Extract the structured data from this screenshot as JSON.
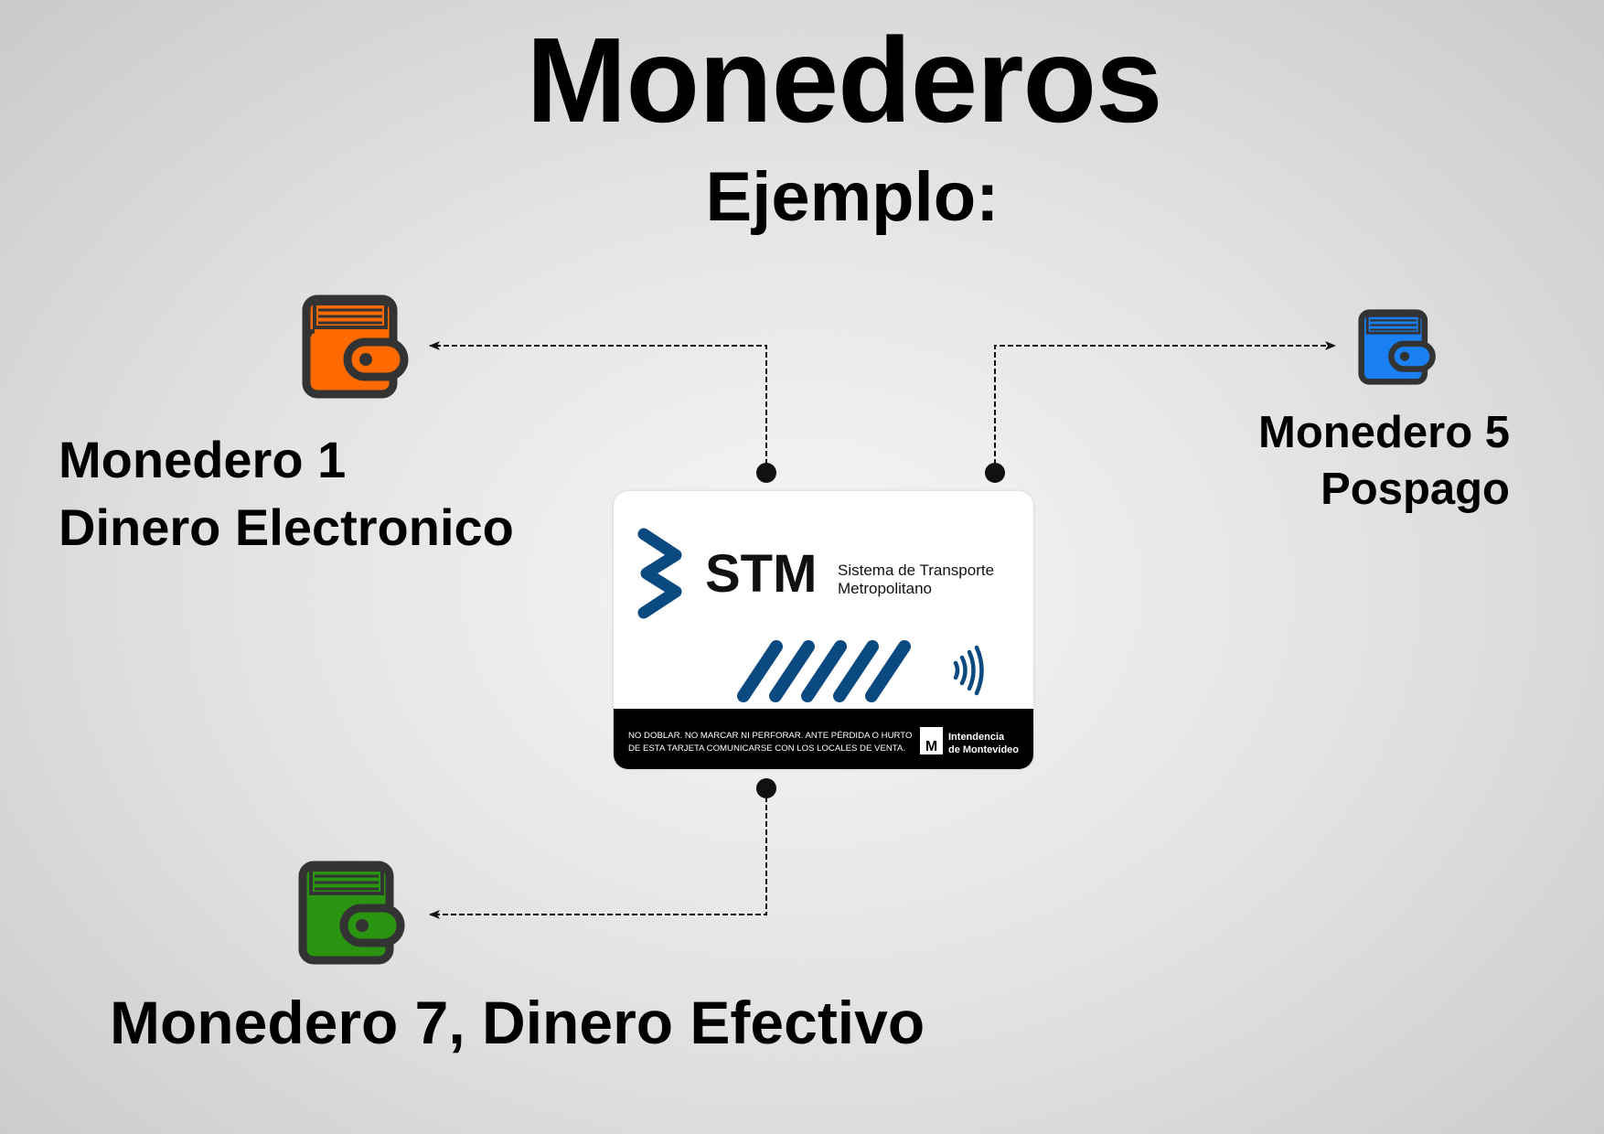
{
  "title": "Monederos",
  "subtitle": "Ejemplo:",
  "wallets": [
    {
      "line1": "Monedero 1",
      "line2": "Dinero Electronico",
      "color": "#ff6a00",
      "icon": "wallet-icon"
    },
    {
      "line1": "Monedero 5",
      "line2": "Pospago",
      "color": "#1a7ff0",
      "icon": "wallet-icon"
    },
    {
      "line1": "Monedero 7, Dinero Efectivo",
      "color": "#2a9410",
      "icon": "wallet-icon"
    }
  ],
  "card": {
    "brand": "STM",
    "brand_sub1": "Sistema de Transporte",
    "brand_sub2": "Metropolitano",
    "warning1": "NO DOBLAR. NO MARCAR NI PERFORAR. ANTE PÉRDIDA O HURTO",
    "warning2": "DE ESTA TARJETA COMUNICARSE CON LOS LOCALES DE VENTA.",
    "issuer1": "Intendencia",
    "issuer2": "de Montevideo",
    "issuer_logo": "M",
    "brand_color": "#0a4a80"
  }
}
